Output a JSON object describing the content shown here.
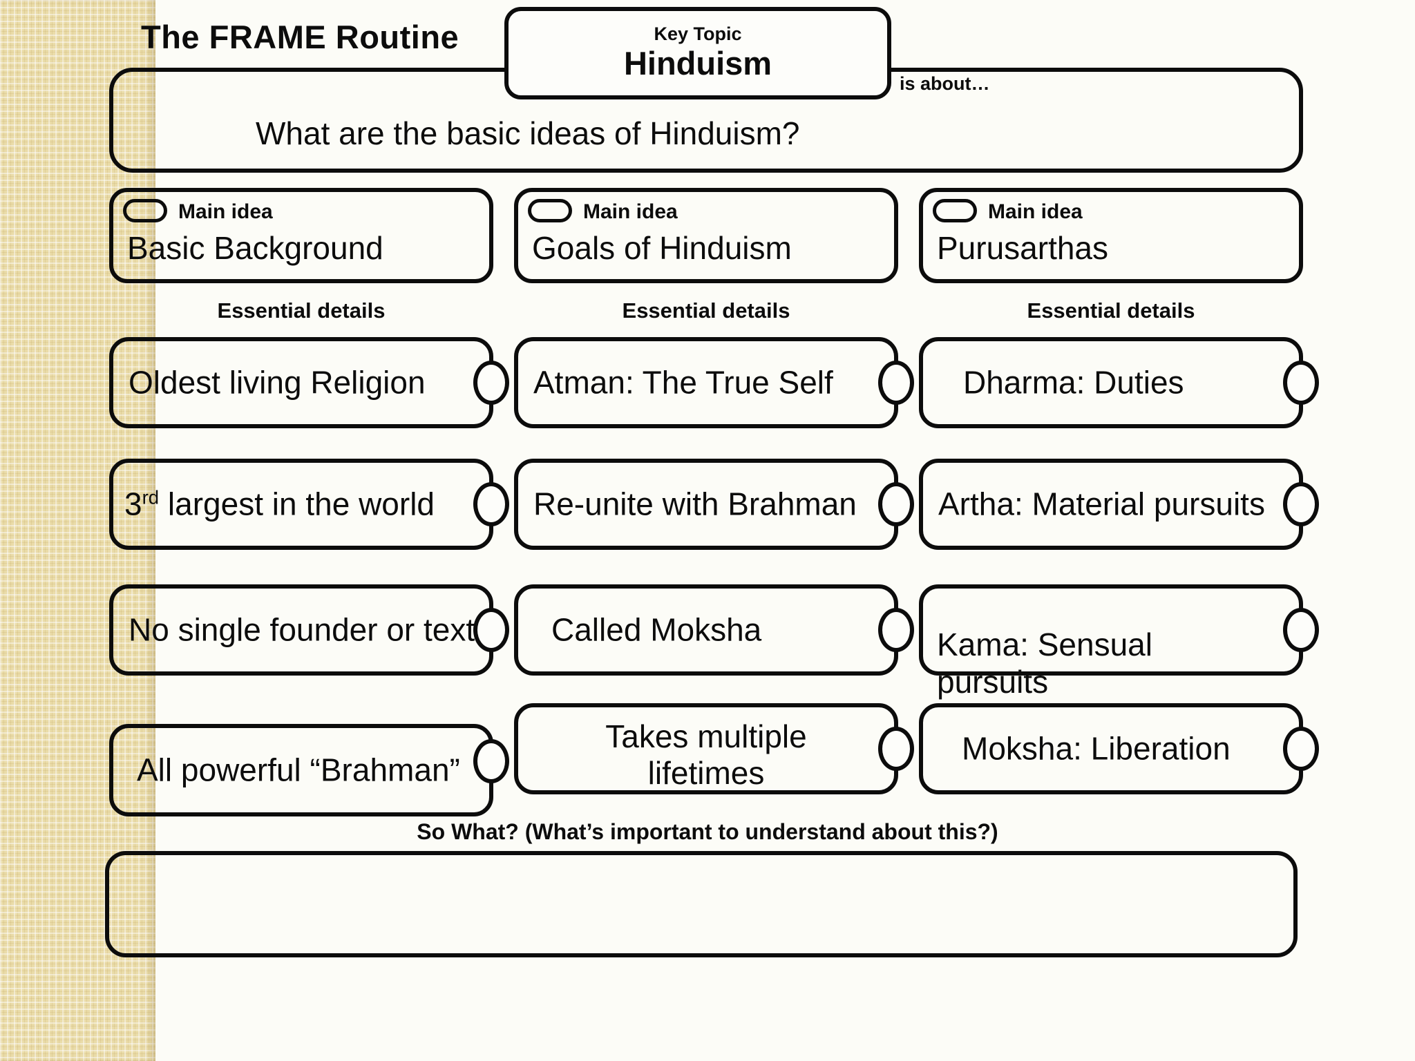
{
  "slide": {
    "title": "The FRAME Routine",
    "key_topic_label": "Key Topic",
    "key_topic": "Hinduism",
    "is_about": "is about…",
    "question": "What are the basic ideas of Hinduism?",
    "main_idea_label": "Main idea",
    "essential_details_label": "Essential details",
    "so_what": "So What? (What’s important to understand about this?)",
    "so_what_answer": "",
    "colors": {
      "ink": "#0c0c0c",
      "background": "#fcfcf7",
      "left_panel_tan": "#eadca9",
      "box_fill_white": "#fdfdfa"
    }
  },
  "columns": [
    {
      "main_idea": "Basic Background",
      "details": [
        {
          "text": "Oldest living Religion"
        },
        {
          "pre": "3",
          "sup": "rd",
          "post": " largest in the world"
        },
        {
          "text": "No single founder or text"
        },
        {
          "text": "All powerful “Brahman”"
        }
      ]
    },
    {
      "main_idea": "Goals of Hinduism",
      "details": [
        {
          "text": "Atman: The True Self"
        },
        {
          "text": "Re-unite with Brahman"
        },
        {
          "text": "Called Moksha"
        },
        {
          "line1": "Takes multiple",
          "line2": "lifetimes"
        }
      ]
    },
    {
      "main_idea": "Purusarthas",
      "details": [
        {
          "text": "Dharma: Duties"
        },
        {
          "text": "Artha: Material pursuits"
        },
        {
          "line1": "Kama: Sensual",
          "line2": "pursuits"
        },
        {
          "text": "Moksha: Liberation"
        }
      ]
    }
  ]
}
